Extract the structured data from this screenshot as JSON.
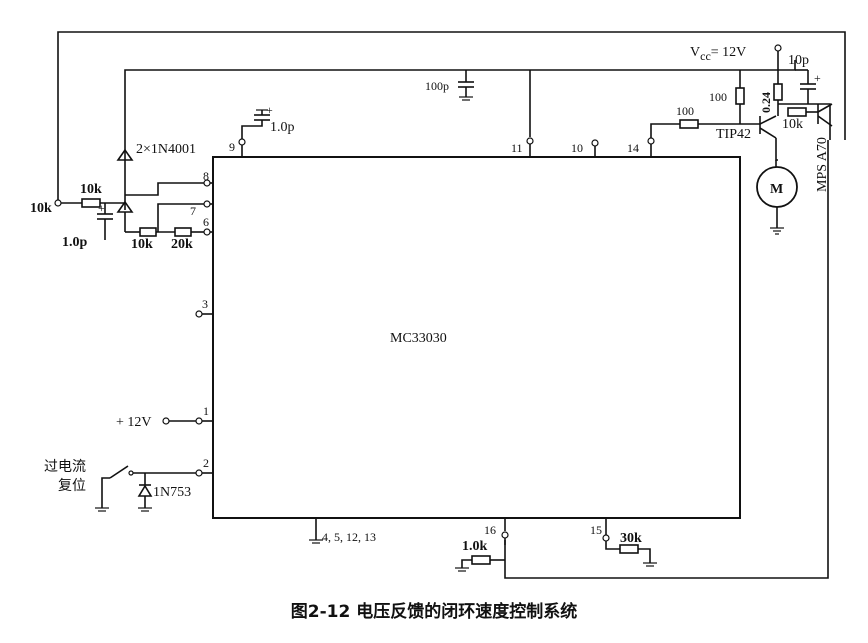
{
  "caption": "图2-12   电压反馈的闭环速度控制系统",
  "ic": {
    "name": "MC33030"
  },
  "supply": {
    "vcc": "V",
    "vcc_sub": "cc",
    "vcc_value": "= 12V",
    "plus12": "+ 12V"
  },
  "pins": {
    "p1": "1",
    "p2": "2",
    "p3": "3",
    "p6": "6",
    "p7": "7",
    "p8": "8",
    "p9": "9",
    "p10": "10",
    "p11": "11",
    "p14": "14",
    "p15": "15",
    "p16": "16",
    "ground_pins": "4, 5, 12, 13"
  },
  "components": {
    "diodes": "2×1N4001",
    "c_pin9": "1.0p",
    "c_pin11": "100p",
    "c_vcc": "10p",
    "r_010": "100",
    "r_024": "0.24",
    "r_100": "100",
    "r_10k_base": "10k",
    "tip42": "TIP42",
    "mps": "MPS A70",
    "motor": "M",
    "r_pot": "10k",
    "r_10k_top": "10k",
    "c_left": "1.0p",
    "r_10k_bottom": "10k",
    "r_20k": "20k",
    "zener": "1N753",
    "switch_label_1": "过电流",
    "switch_label_2": "复位",
    "r_16": "1.0k",
    "r_15": "30k"
  }
}
